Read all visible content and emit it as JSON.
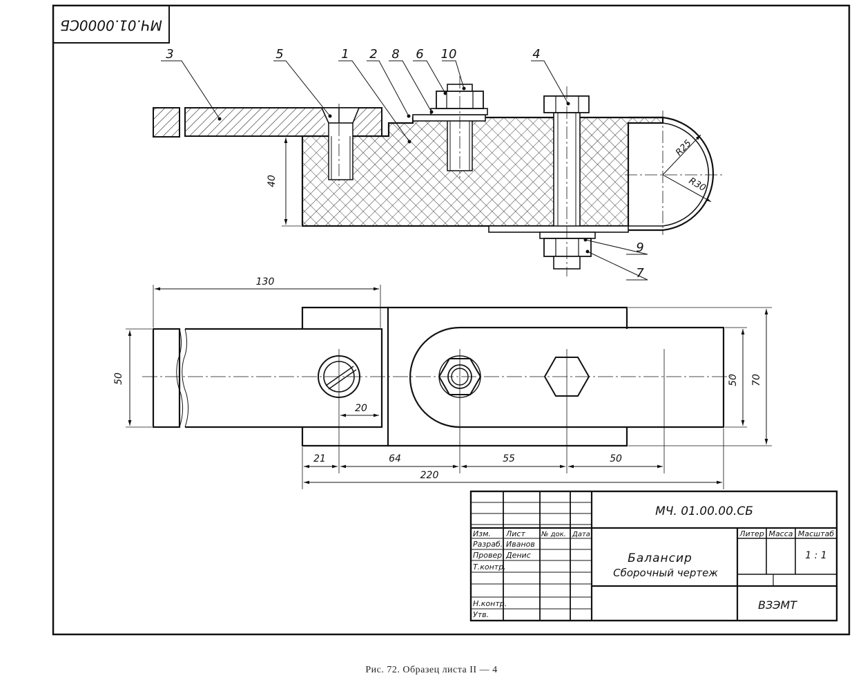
{
  "sheet": {
    "stamp_code_rotated": "МЧ.01.0000СБ",
    "caption": "Рис. 72. Образец листа II — 4"
  },
  "callouts": [
    "3",
    "5",
    "1",
    "2",
    "8",
    "6",
    "10",
    "4",
    "9",
    "7"
  ],
  "dimensions": {
    "section_height": "40",
    "radius_inner": "R25",
    "radius_outer": "R30",
    "plan_length_130": "130",
    "plan_width_left": "50",
    "plan_slot": "20",
    "plan_width_right": "50",
    "plan_height_right": "70",
    "chain": [
      "21",
      "64",
      "55",
      "50"
    ],
    "overall": "220"
  },
  "title_block": {
    "doc_code": "МЧ. 01.00.00.СБ",
    "name_line1": "Балансир",
    "name_line2": "Сборочный чертеж",
    "org": "ВЗЭМТ",
    "col_headers": [
      "Изм.",
      "Лист",
      "№ док.",
      "Дата"
    ],
    "roles": [
      "Разраб.",
      "Провер.",
      "Т.контр.",
      "Н.контр.",
      "Утв."
    ],
    "signatures": [
      "Иванов",
      "Денис"
    ],
    "attr_headers": [
      "Литер",
      "Масса",
      "Масштаб"
    ],
    "scale": "1 : 1"
  }
}
